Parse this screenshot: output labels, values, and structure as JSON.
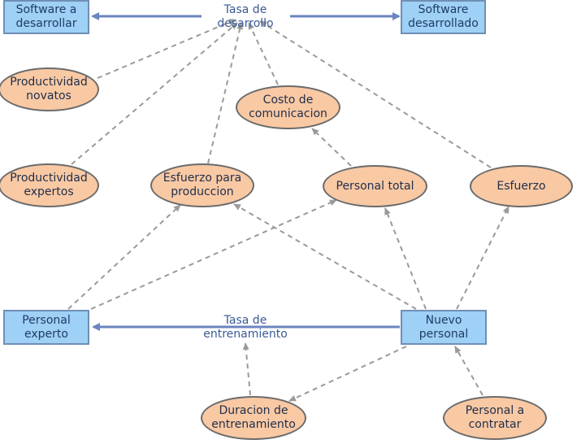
{
  "stocks": {
    "software_a_desarrollar": "Software a\ndesarrollar",
    "software_desarrollado": "Software\ndesarrollado",
    "personal_experto": "Personal\nexperto",
    "nuevo_personal": "Nuevo\npersonal"
  },
  "rates": {
    "tasa_de_desarrollo": "Tasa de\ndesarrollo",
    "tasa_de_entrenamiento": "Tasa de\nentrenamiento"
  },
  "auxiliaries": {
    "productividad_novatos": "Productividad\nnovatos",
    "productividad_expertos": "Productividad\nexpertos",
    "costo_de_comunicacion": "Costo de\ncomunicacion",
    "esfuerzo_para_produccion": "Esfuerzo para\nproduccion",
    "personal_total": "Personal total",
    "esfuerzo": "Esfuerzo",
    "duracion_de_entrenamiento": "Duracion de\nentrenamiento",
    "personal_a_contratar": "Personal a\ncontratar"
  },
  "colors": {
    "flow": "#6a85c0",
    "link": "#9a9a9a",
    "stock_fill": "#9fd0f5",
    "aux_fill": "#f9c9a4"
  }
}
